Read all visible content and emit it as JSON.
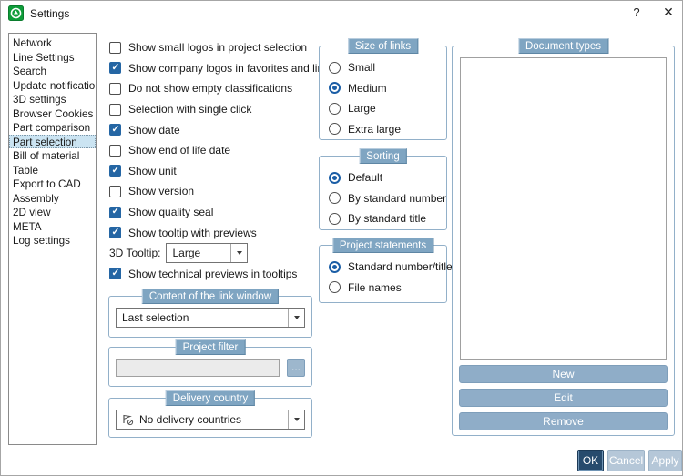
{
  "window": {
    "title": "Settings",
    "help_label": "?",
    "close_label": "✕"
  },
  "sidebar": {
    "items": [
      {
        "label": "Network",
        "selected": false
      },
      {
        "label": "Line Settings",
        "selected": false
      },
      {
        "label": "Search",
        "selected": false
      },
      {
        "label": "Update notification",
        "selected": false
      },
      {
        "label": "3D settings",
        "selected": false
      },
      {
        "label": "Browser Cookies",
        "selected": false
      },
      {
        "label": "Part comparison",
        "selected": false
      },
      {
        "label": "Part selection",
        "selected": true
      },
      {
        "label": "Bill of material",
        "selected": false
      },
      {
        "label": "Table",
        "selected": false
      },
      {
        "label": "Export to CAD",
        "selected": false
      },
      {
        "label": "Assembly",
        "selected": false
      },
      {
        "label": "2D view",
        "selected": false
      },
      {
        "label": "META",
        "selected": false
      },
      {
        "label": "Log settings",
        "selected": false
      }
    ]
  },
  "main": {
    "checkboxes_top": [
      {
        "label": "Show small logos in project selection",
        "checked": false
      },
      {
        "label": "Show company logos in favorites and links",
        "checked": true
      },
      {
        "label": "Do not show empty classifications",
        "checked": false
      },
      {
        "label": "Selection with single click",
        "checked": false
      },
      {
        "label": "Show date",
        "checked": true
      },
      {
        "label": "Show end of life date",
        "checked": false
      },
      {
        "label": "Show unit",
        "checked": true
      },
      {
        "label": "Show version",
        "checked": false
      },
      {
        "label": "Show quality seal",
        "checked": true
      },
      {
        "label": "Show tooltip with previews",
        "checked": true
      }
    ],
    "tooltip_row": {
      "label": "3D Tooltip:",
      "value": "Large"
    },
    "checkboxes_bottom": [
      {
        "label": "Show technical previews in tooltips",
        "checked": true
      }
    ]
  },
  "groups": {
    "link_window": {
      "title": "Content of the link window",
      "value": "Last selection"
    },
    "project_filter": {
      "title": "Project filter",
      "value": "",
      "browse_label": "..."
    },
    "delivery_country": {
      "title": "Delivery country",
      "value": "No delivery countries",
      "icon": "no-delivery-flag-icon"
    },
    "size_of_links": {
      "title": "Size of links",
      "options": [
        {
          "label": "Small",
          "selected": false
        },
        {
          "label": "Medium",
          "selected": true
        },
        {
          "label": "Large",
          "selected": false
        },
        {
          "label": "Extra large",
          "selected": false
        }
      ]
    },
    "sorting": {
      "title": "Sorting",
      "options": [
        {
          "label": "Default",
          "selected": true
        },
        {
          "label": "By standard number",
          "selected": false
        },
        {
          "label": "By standard title",
          "selected": false
        }
      ]
    },
    "project_statements": {
      "title": "Project statements",
      "options": [
        {
          "label": "Standard number/title",
          "selected": true
        },
        {
          "label": "File names",
          "selected": false
        }
      ]
    },
    "document_types": {
      "title": "Document types",
      "items": [],
      "buttons": [
        "New",
        "Edit",
        "Remove"
      ]
    }
  },
  "footer": {
    "ok": "OK",
    "cancel": "Cancel",
    "apply": "Apply"
  },
  "colors": {
    "group_header_bg": "#7fa5c2",
    "group_border": "#92b0c9",
    "action_button_bg": "#8fadc8",
    "ok_button_bg": "#274b6d",
    "cancel_apply_bg": "#b5c7d8",
    "selected_sidebar_bg": "#cbe4f2",
    "checkbox_checked": "#2566a4",
    "radio_selected": "#1b5ea6",
    "app_icon_green": "#0f9d3a"
  }
}
